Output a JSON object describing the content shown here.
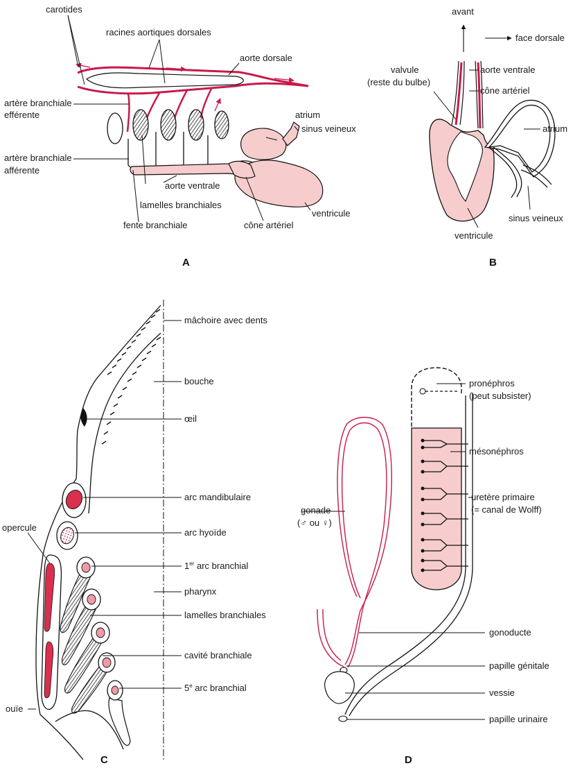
{
  "colors": {
    "vessel_red": "#c8194a",
    "tissue_pink": "#f6cccc",
    "line": "#111111"
  },
  "panels": {
    "a": "A",
    "b": "B",
    "c": "C",
    "d": "D"
  },
  "panel_a": {
    "carotides": "carotides",
    "racines": "racines aortiques dorsales",
    "aorte_dorsale": "aorte dorsale",
    "efferente_1": "artère branchiale",
    "efferente_2": "efférente",
    "afferente_1": "artère branchiale",
    "afferente_2": "afférente",
    "atrium": "atrium",
    "sinus": "sinus veineux",
    "aorte_ventrale": "aorte ventrale",
    "lamelles": "lamelles branchiales",
    "fente": "fente branchiale",
    "cone": "cône artériel",
    "ventricule": "ventricule"
  },
  "panel_b": {
    "avant": "avant",
    "face_dorsale": "face dorsale",
    "valvule_1": "valvule",
    "valvule_2": "(reste du bulbe)",
    "aorte_ventrale": "aorte ventrale",
    "cone": "cône artériel",
    "atrium": "atrium",
    "sinus": "sinus veineux",
    "ventricule": "ventricule"
  },
  "panel_c": {
    "machoire": "mâchoire avec dents",
    "bouche": "bouche",
    "oeil": "œil",
    "mandibulaire": "arc mandibulaire",
    "hyoide": "arc hyoïde",
    "opercule": "opercule",
    "arc1_num": "1",
    "arc1_sup": "er",
    "arc1_text": " arc branchial",
    "pharynx": "pharynx",
    "lamelles": "lamelles branchiales",
    "cavite": "cavité branchiale",
    "arc5_num": "5",
    "arc5_sup": "e",
    "arc5_text": " arc branchial",
    "ouie": "ouïe"
  },
  "panel_d": {
    "pronephros_1": "pronéphros",
    "pronephros_2": "(peut subsister)",
    "mesonephros": "mésonéphros",
    "uretere_1": "uretère primaire",
    "uretere_2": "(= canal de Wolff)",
    "gonade_1": "gonade",
    "gonade_2": "(♂ ou ♀)",
    "gonoducte": "gonoducte",
    "papille_genitale": "papille génitale",
    "vessie": "vessie",
    "papille_urinaire": "papille urinaire"
  }
}
